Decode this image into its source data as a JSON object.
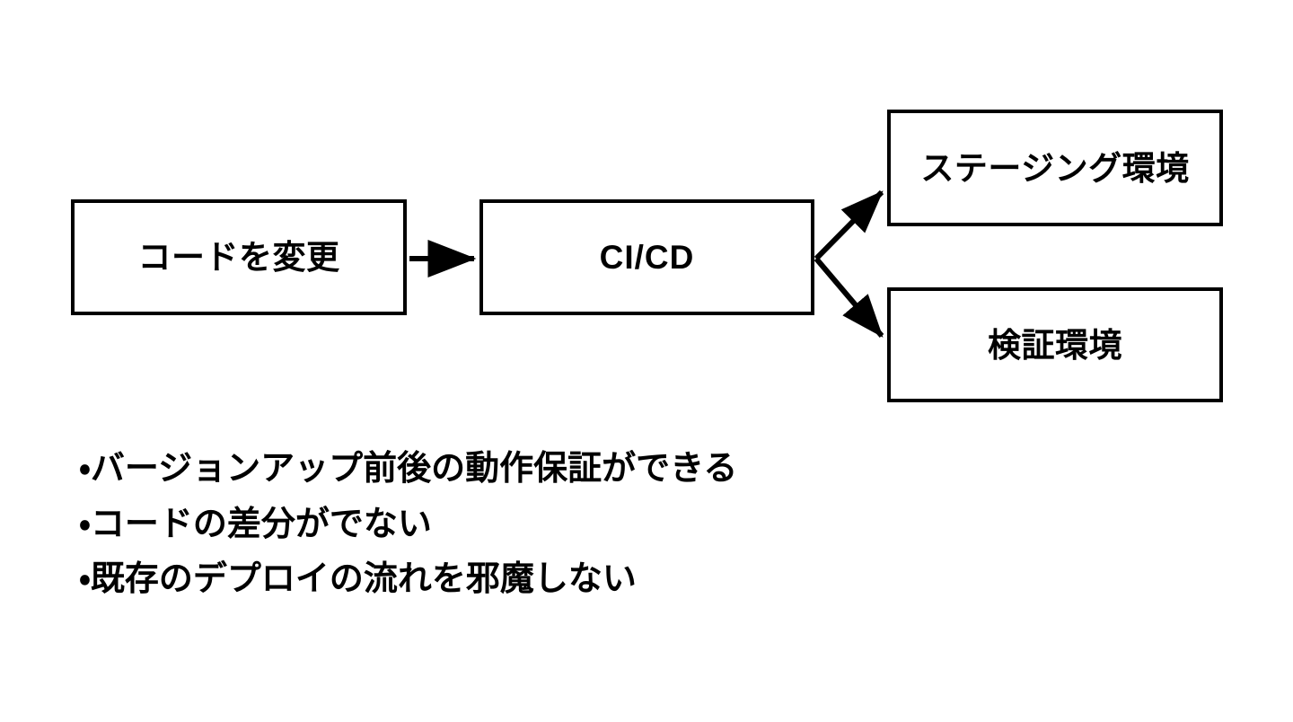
{
  "slide": {
    "background_color": "#ffffff",
    "ink_color": "#000000"
  },
  "diagram": {
    "type": "flowchart",
    "nodes": [
      {
        "id": "code",
        "label": "コードを変更"
      },
      {
        "id": "cicd",
        "label": "CI/CD"
      },
      {
        "id": "staging",
        "label": "ステージング環境"
      },
      {
        "id": "verify",
        "label": "検証環境"
      }
    ],
    "edges": [
      {
        "from": "code",
        "to": "cicd",
        "style": "straight-arrow"
      },
      {
        "from": "cicd",
        "to": "staging",
        "style": "diagonal-arrow-up"
      },
      {
        "from": "cicd",
        "to": "verify",
        "style": "diagonal-arrow-down"
      }
    ]
  },
  "bullets": [
    "・バージョンアップ前後の動作保証ができる",
    "・コードの差分がでない",
    "・既存のデプロイの流れを邪魔しない"
  ]
}
